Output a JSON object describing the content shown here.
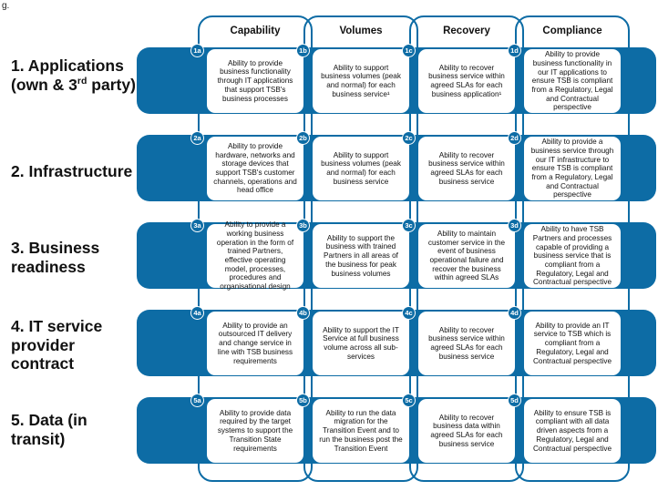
{
  "figure_label": "g.",
  "columns": [
    {
      "title": "Capability"
    },
    {
      "title": "Volumes"
    },
    {
      "title": "Recovery"
    },
    {
      "title": "Compliance"
    }
  ],
  "rows": [
    {
      "label_main": "1. Applications (own & 3",
      "label_sup": "rd",
      "label_tail": " party)",
      "cells": [
        {
          "id": "1a",
          "text": "Ability to provide business functionality through IT applications that support TSB's business processes"
        },
        {
          "id": "1b",
          "text": "Ability to support business volumes (peak and normal) for each business service¹"
        },
        {
          "id": "1c",
          "text": "Ability to recover business service within agreed SLAs for each business application¹"
        },
        {
          "id": "1d",
          "text": "Ability to provide business functionality in our IT applications to ensure TSB is compliant from a Regulatory, Legal and Contractual perspective"
        }
      ]
    },
    {
      "label_main": "2. Infrastructure",
      "label_sup": "",
      "label_tail": "",
      "cells": [
        {
          "id": "2a",
          "text": "Ability to provide hardware, networks and storage devices that support TSB's customer channels, operations and head office"
        },
        {
          "id": "2b",
          "text": "Ability to support business volumes (peak and normal) for each business service"
        },
        {
          "id": "2c",
          "text": "Ability to recover business service within agreed SLAs for each business service"
        },
        {
          "id": "2d",
          "text": "Ability to provide a business service through our IT infrastructure to ensure TSB is compliant from a Regulatory, Legal and Contractual perspective"
        }
      ]
    },
    {
      "label_main": "3. Business readiness",
      "label_sup": "",
      "label_tail": "",
      "cells": [
        {
          "id": "3a",
          "text": "Ability to provide a working business operation in the form of trained Partners, effective operating model, processes, procedures and organisational design"
        },
        {
          "id": "3b",
          "text": "Ability to support the business with trained Partners in all areas of the business for peak business volumes"
        },
        {
          "id": "3c",
          "text": "Ability to maintain customer service in the event of business operational failure and recover the business within agreed SLAs"
        },
        {
          "id": "3d",
          "text": "Ability to have TSB Partners and processes capable of providing a business service that is compliant from a Regulatory, Legal and Contractual perspective"
        }
      ]
    },
    {
      "label_main": "4. IT service provider contract",
      "label_sup": "",
      "label_tail": "",
      "cells": [
        {
          "id": "4a",
          "text": "Ability to provide an outsourced IT delivery and change service in line with TSB business requirements"
        },
        {
          "id": "4b",
          "text": "Ability to support the IT Service at full business volume across all sub-services"
        },
        {
          "id": "4c",
          "text": "Ability to recover business service within agreed SLAs for each business service"
        },
        {
          "id": "4d",
          "text": "Ability to provide an IT service to TSB which is compliant from a Regulatory, Legal and Contractual perspective"
        }
      ]
    },
    {
      "label_main": "5. Data (in transit)",
      "label_sup": "",
      "label_tail": "",
      "cells": [
        {
          "id": "5a",
          "text": "Ability to provide data required by the target systems to support the Transition State requirements"
        },
        {
          "id": "5b",
          "text": "Ability to run the data migration for the Transition Event and to run the business post the Transition Event"
        },
        {
          "id": "5c",
          "text": "Ability to recover business data within agreed SLAs for each business service"
        },
        {
          "id": "5d",
          "text": "Ability to ensure TSB is compliant with all data driven aspects from a Regulatory, Legal and Contractual perspective"
        }
      ]
    }
  ]
}
